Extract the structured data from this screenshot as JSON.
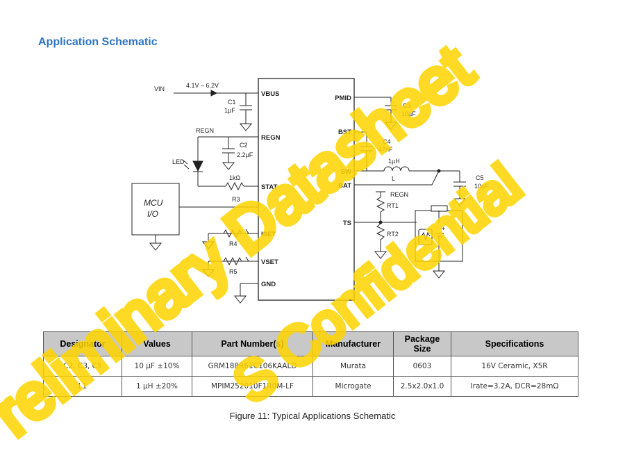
{
  "title": "Application Schematic",
  "schematic": {
    "vin": "VIN",
    "vin_range": "4.1V – 6.2V",
    "c1_name": "C1",
    "c1_val": "1µF",
    "regn": "REGN",
    "c2_name": "C2",
    "c2_val": "2.2µF",
    "led": "LED",
    "r3_val": "1kΩ",
    "r3_name": "R3",
    "mcu_line1": "MCU",
    "mcu_line2": "I/O",
    "r4_name": "R4",
    "r5_name": "R5",
    "pin_vbus": "VBUS",
    "pin_regn": "REGN",
    "pin_stat": "STAT",
    "pin_iset": "ISET",
    "pin_vset": "VSET",
    "pin_gnd": "GND",
    "pin_pmid": "PMID",
    "pin_bst": "BST",
    "pin_sw": "SW",
    "pin_bat": "BAT",
    "pin_ts": "TS",
    "c3_name": "C3",
    "c3_val": "10µF",
    "c4_name": "C4",
    "c4_val": "47nF",
    "l_val": "1µH",
    "l_name": "L",
    "c5_name": "C5",
    "c5_val": "10µF",
    "regn2": "REGN",
    "rt1": "RT1",
    "rt2": "RT2",
    "plus": "+"
  },
  "table": {
    "headers": [
      "Designator",
      "Values",
      "Part Number(s)",
      "Manufacturer",
      "Package Size",
      "Specifications"
    ],
    "rows": [
      [
        "C2, C3, C5",
        "10 µF ±10%",
        "GRM188R61C106KAALD",
        "Murata",
        "0603",
        "16V Ceramic, X5R"
      ],
      [
        "L1",
        "1 µH ±20%",
        "MPIM252010F1R0M-LF",
        "Microgate",
        "2.5x2.0x1.0",
        "Irate=3.2A, DCR=28mΩ"
      ]
    ]
  },
  "caption": "Figure 11: Typical Applications Schematic",
  "watermark": {
    "line1": "Preliminary Datasheet",
    "line2": "S Confidential",
    "color": "#ffd400"
  }
}
